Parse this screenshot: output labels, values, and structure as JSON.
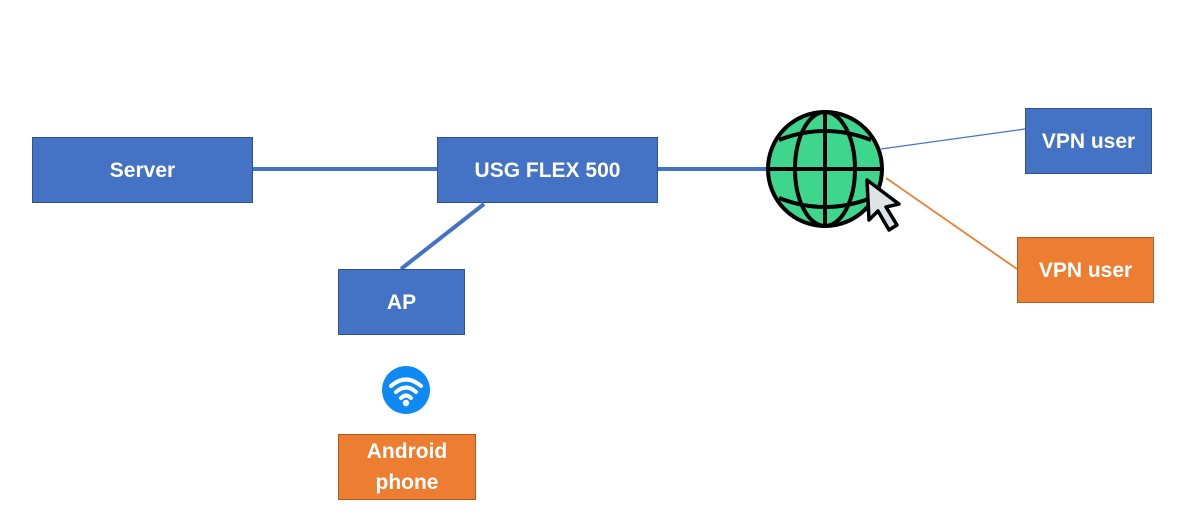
{
  "nodes": {
    "server": {
      "label": "Server",
      "color": "#4472c4"
    },
    "usg": {
      "label": "USG FLEX 500",
      "color": "#4472c4"
    },
    "ap": {
      "label": "AP",
      "color": "#4472c4"
    },
    "android": {
      "label": "Android phone",
      "color": "#ed7d31"
    },
    "vpn_user_1": {
      "label": "VPN user",
      "color": "#4472c4"
    },
    "vpn_user_2": {
      "label": "VPN user",
      "color": "#ed7d31"
    }
  },
  "icons": {
    "internet": "globe-with-cursor-icon",
    "wireless": "wifi-icon"
  },
  "links": [
    {
      "from": "server",
      "to": "usg",
      "color": "#4472c4"
    },
    {
      "from": "usg",
      "to": "internet",
      "color": "#4472c4"
    },
    {
      "from": "usg",
      "to": "ap",
      "color": "#4472c4"
    },
    {
      "from": "internet",
      "to": "vpn_user_1",
      "color": "#4472c4"
    },
    {
      "from": "internet",
      "to": "vpn_user_2",
      "color": "#ed7d31"
    }
  ]
}
